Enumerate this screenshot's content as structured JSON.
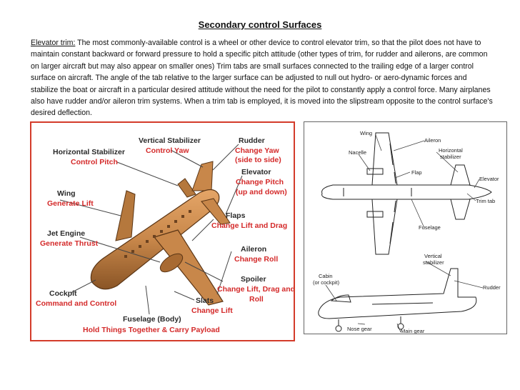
{
  "title": "Secondary control Surfaces",
  "paragraph": {
    "lead": "Elevator trim:",
    "body": " The most commonly-available control is a wheel or other device to control elevator trim, so that the pilot does not have to maintain constant backward or forward pressure to hold a specific pitch attitude (other types of trim, for rudder and ailerons, are common on larger aircraft but may also appear on smaller ones) Trim tabs are small surfaces connected to the trailing edge of a larger control surface on aircraft. The angle of the tab relative to the larger surface can be adjusted to null out hydro- or aero-dynamic forces and stabilize the boat or aircraft in a particular desired attitude without the need for the pilot to constantly apply a control force. Many airplanes also have rudder and/or aileron trim systems. When a trim tab is employed, it is moved into the slipstream opposite to the control surface's desired deflection."
  },
  "left_diagram": {
    "vertical_stabilizer": "Vertical Stabilizer",
    "vertical_stabilizer_sub": "Control Yaw",
    "horizontal_stabilizer": "Horizontal Stabilizer",
    "horizontal_stabilizer_sub": "Control Pitch",
    "rudder": "Rudder",
    "rudder_sub1": "Change Yaw",
    "rudder_sub2": "(side to side)",
    "elevator": "Elevator",
    "elevator_sub1": "Change Pitch",
    "elevator_sub2": "(up and down)",
    "wing": "Wing",
    "wing_sub": "Generate Lift",
    "flaps": "Flaps",
    "flaps_sub": "Change Lift and Drag",
    "jet_engine": "Jet Engine",
    "jet_engine_sub": "Generate Thrust",
    "aileron": "Aileron",
    "aileron_sub": "Change Roll",
    "spoiler": "Spoiler",
    "spoiler_sub1": "Change Lift, Drag and",
    "spoiler_sub2": "Roll",
    "cockpit": "Cockpit",
    "cockpit_sub": "Command and Control",
    "slats": "Slats",
    "slats_sub": "Change Lift",
    "fuselage": "Fuselage (Body)",
    "fuselage_sub": "Hold Things Together & Carry Payload"
  },
  "right_diagram": {
    "wing": "Wing",
    "aileron": "Aileron",
    "nacelle": "Nacelle",
    "horizontal_stabilizer1": "Horizontal",
    "horizontal_stabilizer2": "stabilizer",
    "flap": "Flap",
    "elevator": "Elevator",
    "trim_tab": "Trim tab",
    "fuselage": "Fuselage",
    "vertical_stabilizer1": "Vertical",
    "vertical_stabilizer2": "stabilizer",
    "cabin1": "Cabin",
    "cabin2": "(or cockpit)",
    "rudder": "Rudder",
    "nose_gear": "Nose gear",
    "main_gear": "Main gear"
  },
  "colors": {
    "label_dark": "#2a2a2a",
    "label_red": "#d42a2a",
    "plane_body": "#c8874a",
    "panel_border": "#d43b2a"
  }
}
